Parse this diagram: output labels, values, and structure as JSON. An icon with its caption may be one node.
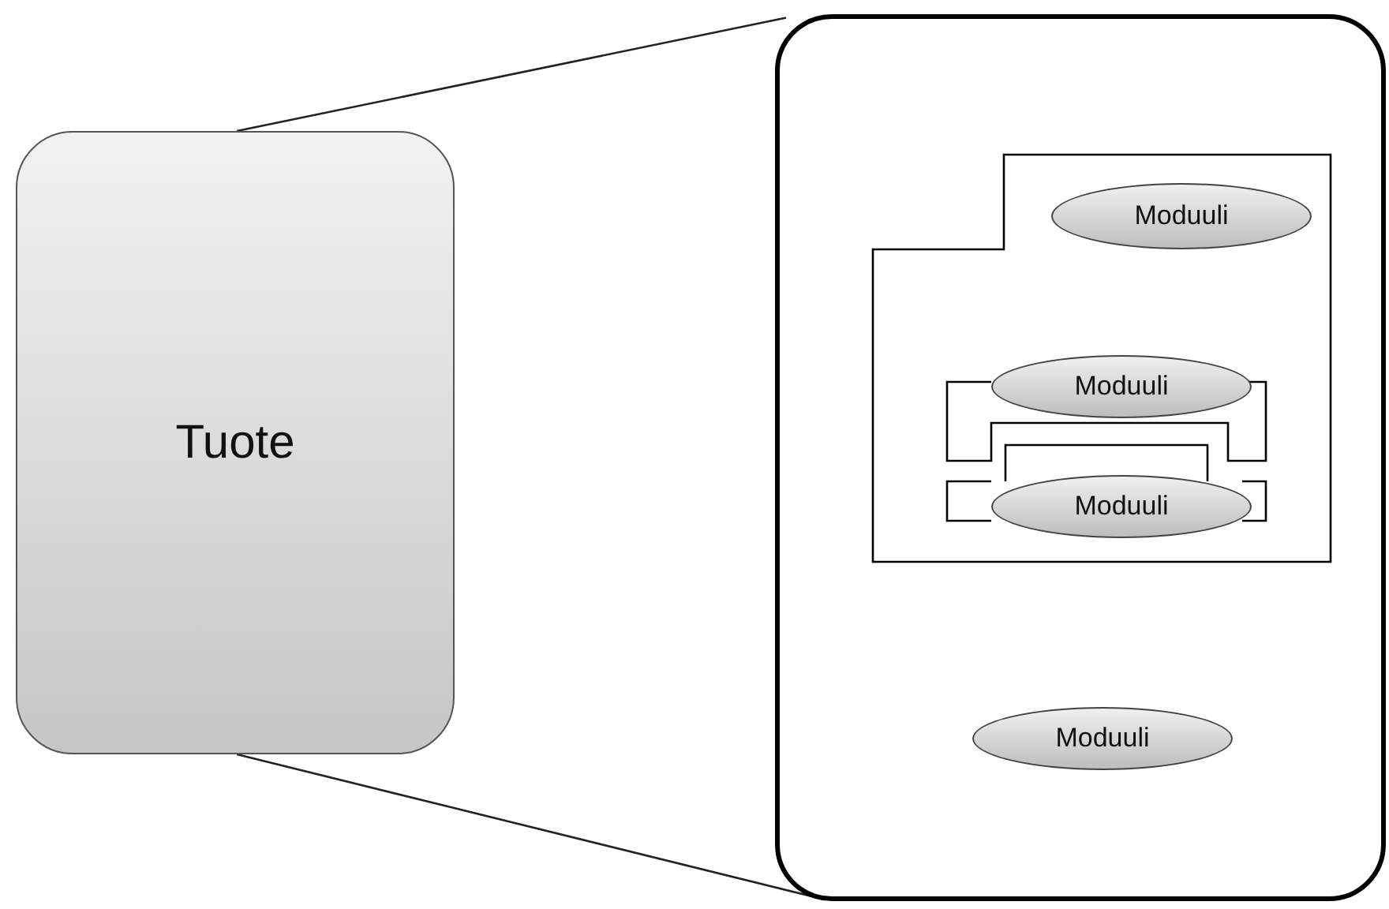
{
  "diagram": {
    "nodes": [
      {
        "text": [
          "Tuote"
        ]
      },
      {
        "text": [],
        "shape": "box"
      },
      {
        "text": [],
        "shape": "box",
        "in": 1
      },
      {
        "text": [
          "Moduuli"
        ],
        "in": 2
      },
      {
        "text": [
          "Moduuli"
        ],
        "in": 2
      },
      {
        "text": [
          "Moduuli"
        ],
        "in": 2
      },
      {
        "text": [
          "Moduuli"
        ],
        "in": 1
      }
    ],
    "edges": [
      {
        "from": 0,
        "to": 1,
        "arrow": "none"
      },
      {
        "from": 0,
        "to": 1,
        "arrow": "none"
      }
    ]
  }
}
